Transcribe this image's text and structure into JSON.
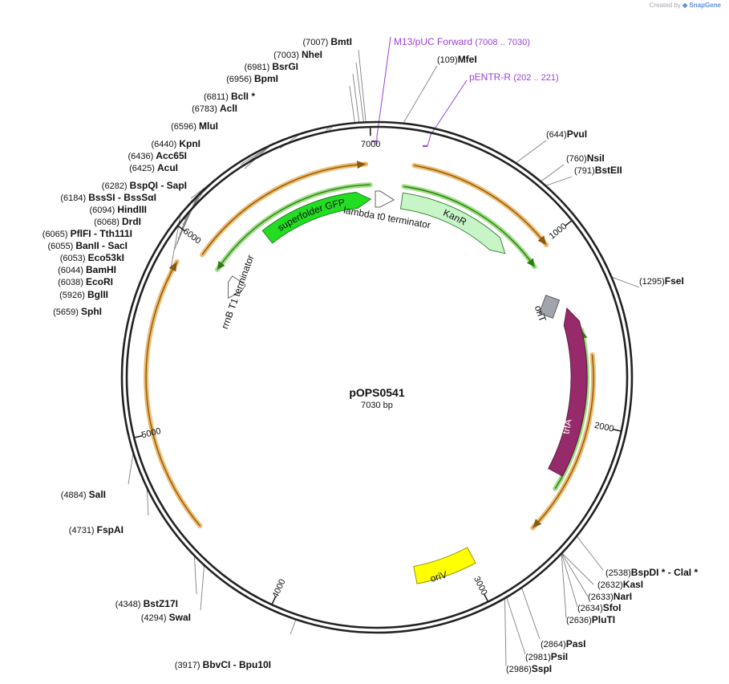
{
  "credit": {
    "prefix": "Created by",
    "brand": "SnapGene"
  },
  "plasmid": {
    "name": "pOPS0541",
    "size_label": "7030 bp",
    "length": 7030
  },
  "ticks": [
    "1000",
    "2000",
    "3000",
    "4000",
    "5000",
    "6000",
    "7000"
  ],
  "sites": [
    {
      "pos": "(7007)",
      "name": "BmtI"
    },
    {
      "pos": "(7003)",
      "name": "NheI"
    },
    {
      "pos": "(6981)",
      "name": "BsrGI"
    },
    {
      "pos": "(6956)",
      "name": "BpmI"
    },
    {
      "pos": "(6811)",
      "name": "BclI *"
    },
    {
      "pos": "(6783)",
      "name": "AclI"
    },
    {
      "pos": "(6596)",
      "name": "MluI"
    },
    {
      "pos": "(6440)",
      "name": "KpnI"
    },
    {
      "pos": "(6436)",
      "name": "Acc65I"
    },
    {
      "pos": "(6425)",
      "name": "AcuI"
    },
    {
      "pos": "(6282)",
      "name": "BspQI  - SapI"
    },
    {
      "pos": "(6184)",
      "name": "BssSI  - BssSαI"
    },
    {
      "pos": "(6094)",
      "name": "HindIII"
    },
    {
      "pos": "(6068)",
      "name": "DrdI"
    },
    {
      "pos": "(6065)",
      "name": "PflFI  - Tth111I"
    },
    {
      "pos": "(6055)",
      "name": "BanII  - SacI"
    },
    {
      "pos": "(6053)",
      "name": "Eco53kI"
    },
    {
      "pos": "(6044)",
      "name": "BamHI"
    },
    {
      "pos": "(6038)",
      "name": "EcoRI"
    },
    {
      "pos": "(5926)",
      "name": "BglII"
    },
    {
      "pos": "(5659)",
      "name": "SphI"
    },
    {
      "pos": "(4884)",
      "name": "SalI"
    },
    {
      "pos": "(4731)",
      "name": "FspAI"
    },
    {
      "pos": "(4348)",
      "name": "BstZ17I"
    },
    {
      "pos": "(4294)",
      "name": "SwaI"
    },
    {
      "pos": "(3917)",
      "name": "BbvCI  - Bpu10I"
    },
    {
      "name": "MfeI",
      "pos": "(109)"
    },
    {
      "name": "PvuI",
      "pos": "(644)"
    },
    {
      "name": "NsiI",
      "pos": "(760)"
    },
    {
      "name": "BstEII",
      "pos": "(791)"
    },
    {
      "name": "FseI",
      "pos": "(1295)"
    },
    {
      "name": "BspDI *  - ClaI *",
      "pos": "(2538)"
    },
    {
      "name": "KasI",
      "pos": "(2632)"
    },
    {
      "name": "NarI",
      "pos": "(2633)"
    },
    {
      "name": "SfoI",
      "pos": "(2634)"
    },
    {
      "name": "PluTI",
      "pos": "(2636)"
    },
    {
      "name": "PasI",
      "pos": "(2864)"
    },
    {
      "name": "PsiI",
      "pos": "(2981)"
    },
    {
      "name": "SspI",
      "pos": "(2986)"
    }
  ],
  "primers": [
    {
      "name": "M13/pUC Forward",
      "range": "(7008 .. 7030)"
    },
    {
      "name": "pENTR-R",
      "range": "(202 .. 221)"
    }
  ],
  "features": [
    {
      "name": "superfolder GFP",
      "color": "#22dd22"
    },
    {
      "name": "lambda t0 terminator",
      "color": "#ffffff"
    },
    {
      "name": "KanR",
      "color": "#c8f5c8"
    },
    {
      "name": "rrnB T1 terminator",
      "color": "#ffffff"
    },
    {
      "name": "oriT",
      "color": "#a0a4ad"
    },
    {
      "name": "trfA",
      "color": "#962a6a"
    },
    {
      "name": "oriV",
      "color": "#ffff00"
    }
  ],
  "colors": {
    "primer": "#9b3fd6",
    "orange_arc": "#e8a33c",
    "green_arc": "#7bd35a",
    "backbone": "#222222"
  }
}
